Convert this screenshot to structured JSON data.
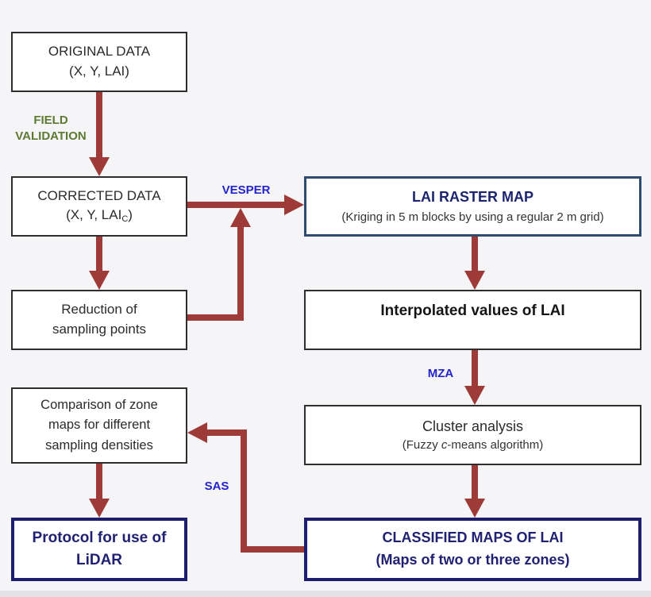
{
  "colors": {
    "background": "#f5f4f6",
    "arrow_maroon": "#9e3b38",
    "label_blue": "#2424cc",
    "label_green": "#5d7a32",
    "navy_border": "#1e1e6e",
    "navy_text": "#202173",
    "slate_border": "#2e4d6e",
    "thin_border": "#2e2e2e"
  },
  "boxes": {
    "original": {
      "line1": "ORIGINAL DATA",
      "line2": "(X, Y, LAI)"
    },
    "corrected": {
      "line1": "CORRECTED DATA",
      "line2_prefix": "(X, Y, LAI",
      "line2_sub": "C",
      "line2_suffix": ")"
    },
    "reduction": {
      "line1": "Reduction of",
      "line2": "sampling points"
    },
    "raster": {
      "title": "LAI RASTER MAP",
      "subtitle": "(Kriging in 5 m blocks by using a regular 2 m grid)"
    },
    "interpolated": {
      "title": "Interpolated values of LAI"
    },
    "cluster": {
      "title": "Cluster analysis",
      "sub_prefix": "(Fuzzy ",
      "sub_italic": "c",
      "sub_suffix": "-means algorithm)"
    },
    "classified": {
      "line1": "CLASSIFIED MAPS OF LAI",
      "line2": "(Maps of two or three zones)"
    },
    "comparison": {
      "line1": "Comparison of zone",
      "line2": "maps for different",
      "line3": "sampling densities"
    },
    "protocol": {
      "line1": "Protocol for use of",
      "line2": "LiDAR"
    }
  },
  "labels": {
    "field_validation_line1": "FIELD",
    "field_validation_line2": "VALIDATION",
    "vesper": "VESPER",
    "mza": "MZA",
    "sas": "SAS"
  }
}
